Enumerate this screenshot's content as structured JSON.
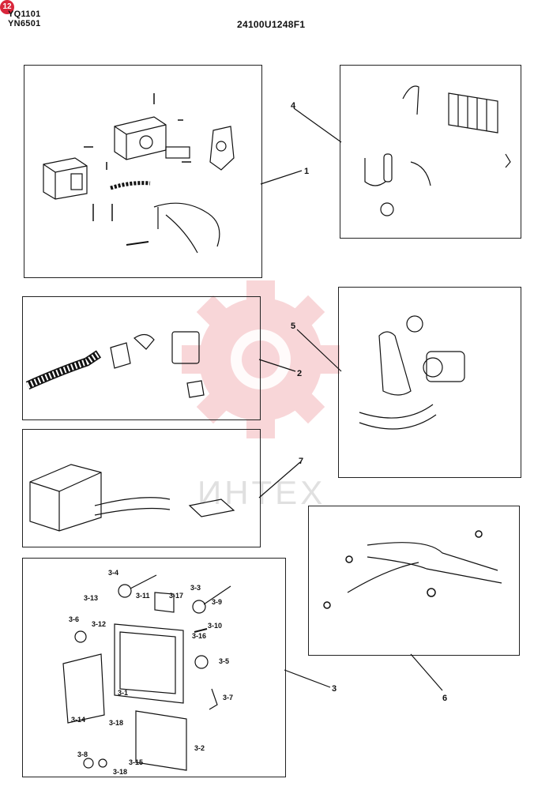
{
  "page_badge": "12",
  "header": {
    "code_1": "YQ1101",
    "code_2": "YN6501",
    "drawing_number": "24100U1248F1"
  },
  "callouts": {
    "c1": "1",
    "c2": "2",
    "c3": "3",
    "c4": "4",
    "c5": "5",
    "c6": "6",
    "c7": "7"
  },
  "panel3_labels": {
    "l3_1": "3-1",
    "l3_2": "3-2",
    "l3_3": "3-3",
    "l3_4": "3-4",
    "l3_5": "3-5",
    "l3_6": "3-6",
    "l3_7": "3-7",
    "l3_8": "3-8",
    "l3_9": "3-9",
    "l3_10": "3-10",
    "l3_11": "3-11",
    "l3_12": "3-12",
    "l3_13": "3-13",
    "l3_14": "3-14",
    "l3_15": "3-15",
    "l3_16": "3-16",
    "l3_17": "3-17",
    "l3_18a": "3-18",
    "l3_18b": "3-18"
  },
  "watermark": {
    "text": "ИНТЕХ",
    "color": "#f6c9cc"
  }
}
